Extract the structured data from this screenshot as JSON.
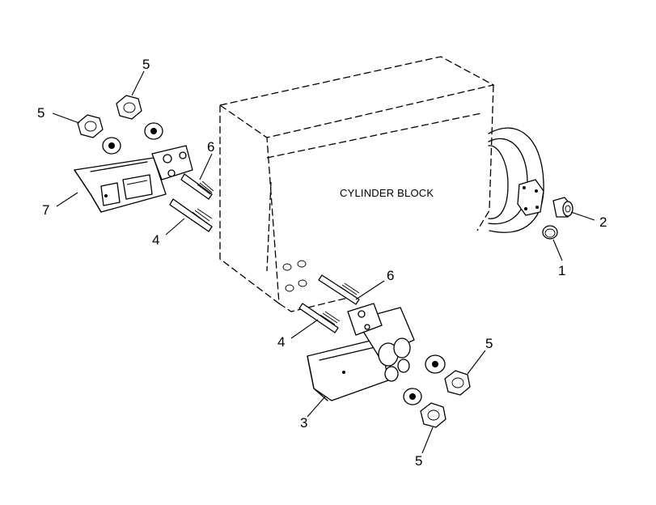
{
  "block_label": "CYLINDER BLOCK",
  "callouts": {
    "p1": "1",
    "p2": "2",
    "p3": "3",
    "p4_upper": "4",
    "p4_lower": "4",
    "p5_top": "5",
    "p5_left": "5",
    "p5_right": "5",
    "p5_bottom": "5",
    "p6_upper": "6",
    "p6_lower": "6",
    "p7": "7"
  }
}
